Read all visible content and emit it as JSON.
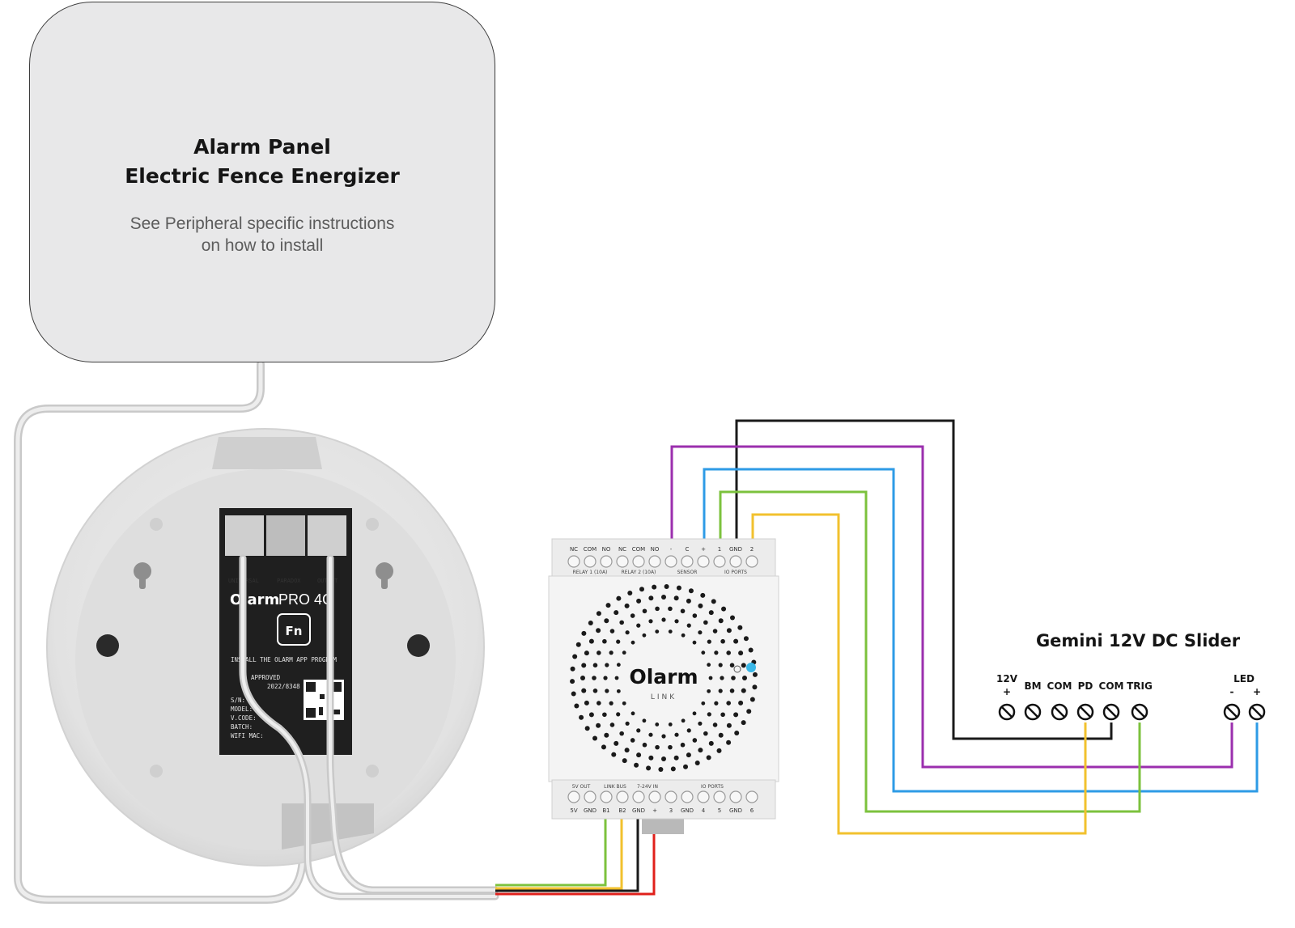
{
  "panel": {
    "title_line1": "Alarm Panel",
    "title_line2": "Electric Fence Energizer",
    "subtitle_line1": "See Peripheral specific instructions",
    "subtitle_line2": "on how to install"
  },
  "olarm_pro": {
    "brand": "Olarm",
    "model": "PRO 4G",
    "fn_label": "Fn",
    "header_left": "UNIVERSAL",
    "header_mid": "PARADOX",
    "header_right": "OUTPUT",
    "install_text": "INSTALL THE OLARM APP PROGRAM",
    "approved": "APPROVED",
    "approval_no": "2022/8348",
    "fields": [
      "S/N:",
      "MODEL:",
      "V.CODE:",
      "BATCH:",
      "WIFI MAC:"
    ]
  },
  "olarm_link": {
    "brand": "Olarm",
    "sub": "LINK",
    "top_terminals": [
      "NC",
      "COM",
      "NO",
      "NC",
      "COM",
      "NO",
      "-",
      "C",
      "+",
      "1",
      "GND",
      "2"
    ],
    "top_groups": [
      "RELAY 1 (10A)",
      "RELAY 2 (10A)",
      "SENSOR",
      "IO PORTS"
    ],
    "bottom_terminals": [
      "5V",
      "GND",
      "B1",
      "B2",
      "GND",
      "+",
      "3",
      "GND",
      "4",
      "5",
      "GND",
      "6"
    ],
    "bottom_groups": [
      "5V OUT",
      "LINK BUS",
      "7-24V IN",
      "IO PORTS"
    ]
  },
  "slider": {
    "title": "Gemini 12V DC Slider",
    "terminals": [
      {
        "label": "12V",
        "sub": "+"
      },
      {
        "label": "BM",
        "sub": ""
      },
      {
        "label": "COM",
        "sub": ""
      },
      {
        "label": "PD",
        "sub": ""
      },
      {
        "label": "COM",
        "sub": ""
      },
      {
        "label": "TRIG",
        "sub": ""
      }
    ],
    "led": {
      "label": "LED",
      "minus": "-",
      "plus": "+"
    }
  },
  "colors": {
    "wire_black": "#1a1a1a",
    "wire_purple": "#9b2fae",
    "wire_blue": "#2e9be6",
    "wire_green": "#7cc23d",
    "wire_yellow": "#f2c12e",
    "wire_red": "#e0201b",
    "cable_grey": "#d6d6d6",
    "panel_fill": "#e8e8e9",
    "status_led": "#3ab8e8"
  }
}
